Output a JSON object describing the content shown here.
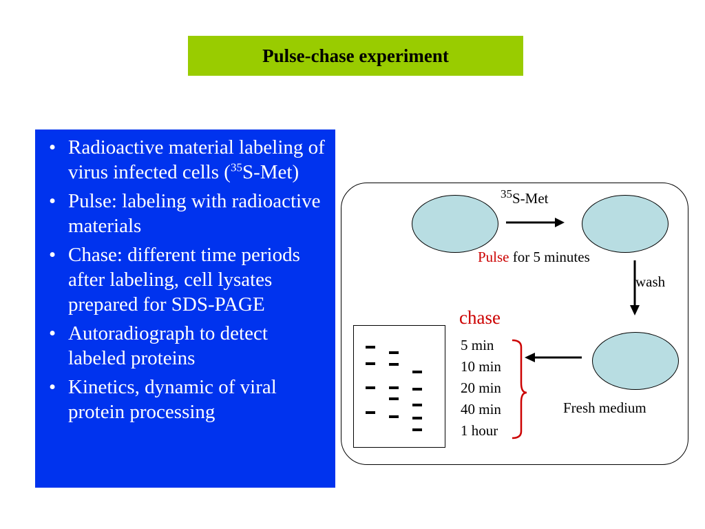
{
  "title": "Pulse-chase experiment",
  "bullets": [
    {
      "pre": "Radioactive material labeling of  virus infected cells (",
      "sup": "35",
      "post": "S-Met)"
    },
    {
      "pre": "Pulse: labeling with radioactive materials",
      "sup": "",
      "post": ""
    },
    {
      "pre": "Chase: different time periods after labeling, cell lysates prepared for SDS-PAGE",
      "sup": "",
      "post": ""
    },
    {
      "pre": "Autoradiograph to detect labeled proteins",
      "sup": "",
      "post": ""
    },
    {
      "pre": "Kinetics, dynamic of viral protein processing",
      "sup": "",
      "post": ""
    }
  ],
  "diagram": {
    "label_35_sup": "35",
    "label_met": "S-Met",
    "pulse_word": "Pulse",
    "pulse_rest": " for 5 minutes",
    "wash": "wash",
    "chase": "chase",
    "fresh_medium": "Fresh medium",
    "timepoints": [
      "5 min",
      "10 min",
      "20 min",
      "40 min",
      "1 hour"
    ]
  },
  "colors": {
    "title_bg": "#99cc00",
    "panel_bg": "#0033ee",
    "dish_fill": "#b8dde2",
    "red_accent": "#cc0000"
  }
}
